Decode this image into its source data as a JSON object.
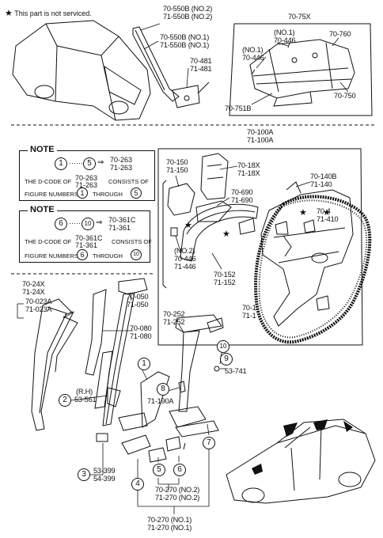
{
  "legend": {
    "symbol": "★",
    "text": "This part is not serviced."
  },
  "top_left": {
    "p70550b_no2": "70-550B (NO.2)",
    "p71550b_no2": "71-550B (NO.2)",
    "p70550b_no1": "70-550B (NO.1)",
    "p71550b_no1": "71-550B (NO.1)",
    "p70481": "70-481",
    "p71481": "71-481"
  },
  "top_right": {
    "p7075x": "70-75X",
    "no1": "(NO.1)",
    "p70446a": "70-446",
    "p70446b": "70-446",
    "p70760": "70-760",
    "p70750": "70-750",
    "p70751b": "70-751B"
  },
  "note1": {
    "title": "NOTE",
    "range_from": "1",
    "range_to": "5",
    "code_a": "70-263",
    "code_b": "71-263",
    "line1_a": "THE D-CODE OF",
    "line1_b": "CONSISTS OF",
    "line2_a": "FIGURE NUMBERS",
    "line2_b": "THROUGH",
    "n_from": "1",
    "n_to": "5"
  },
  "note2": {
    "title": "NOTE",
    "range_from": "6",
    "range_to": "10",
    "code_a": "70-361C",
    "code_b": "71-361",
    "line1_a": "THE D-CODE OF",
    "line1_b": "CONSISTS OF",
    "line2_a": "FIGURE NUMBERS",
    "line2_b": "THROUGH",
    "n_from": "6",
    "n_to": "10"
  },
  "middle": {
    "p70100a": "70-100A",
    "p71100a": "71-100A",
    "p70150": "70-150",
    "p71150": "71-150",
    "p7018x": "70-18X",
    "p7118x": "71-18X",
    "p70140b": "70-140B",
    "p71140": "71-140",
    "p70690": "70-690",
    "p71690": "71-690",
    "p7041x": "70-4",
    "p7141x": "71-410",
    "no2": "(NO.2)",
    "p70446": "70-446",
    "p71446": "71-446",
    "p70152": "70-152",
    "p71152": "71-152",
    "p701x": "70-1",
    "p711x": "71-1"
  },
  "lower": {
    "p7024x": "70-24X",
    "p7124x": "71-24X",
    "p70023a": "70-023A",
    "p71023a": "71-023A",
    "p70050": "70-050",
    "p71050": "71-050",
    "p70080": "70-080",
    "p71080": "71-080",
    "p70252": "70-252",
    "p71252": "71-252",
    "rh": "(R.H)",
    "p53561": "53-561",
    "p53741": "53-741",
    "p71190a": "71-190A",
    "p53399": "53-399",
    "p54399": "54-399",
    "p70270_no2": "70-270 (NO.2)",
    "p71270_no2": "71-270 (NO.2)",
    "p70270_no1": "70-270 (NO.1)",
    "p71270_no1": "71-270 (NO.1)",
    "c1": "1",
    "c2": "2",
    "c3": "3",
    "c4": "4",
    "c5": "5",
    "c6": "6",
    "c7": "7",
    "c8": "8",
    "c9": "9",
    "c10": "10"
  }
}
